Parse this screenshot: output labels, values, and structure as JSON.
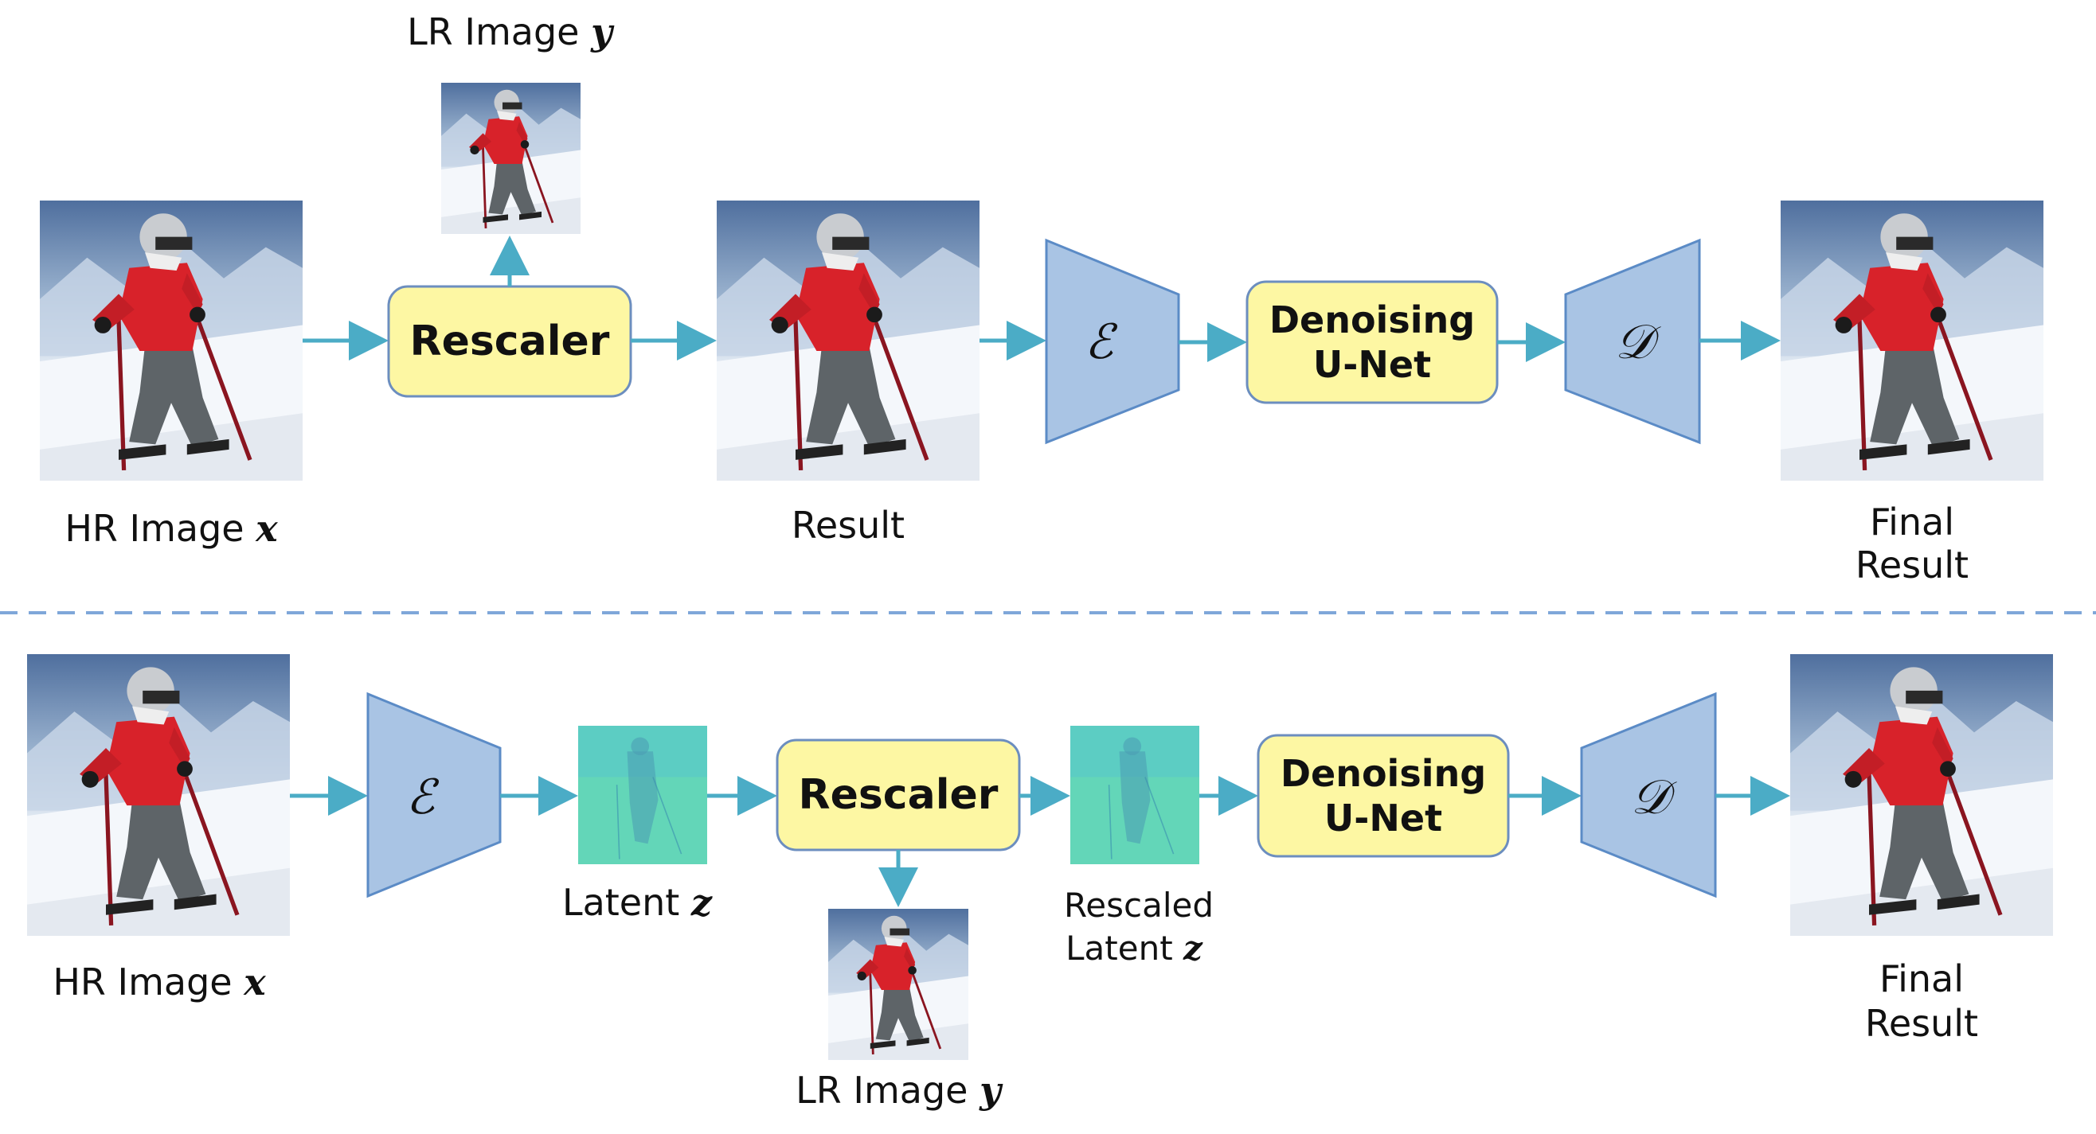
{
  "top_row": {
    "hr_image_label": "HR Image",
    "hr_image_symbol": "x",
    "lr_image_label": "LR Image",
    "lr_image_symbol": "y",
    "rescaler_label": "Rescaler",
    "result_label": "Result",
    "encoder_symbol": "ℰ",
    "denoising_line1": "Denoising",
    "denoising_line2": "U-Net",
    "decoder_symbol": "𝒟",
    "final_result_line1": "Final",
    "final_result_line2": "Result"
  },
  "bottom_row": {
    "hr_image_label": "HR Image",
    "hr_image_symbol": "x",
    "encoder_symbol": "ℰ",
    "latent_label": "Latent",
    "latent_symbol": "z",
    "rescaler_label": "Rescaler",
    "lr_image_label": "LR Image",
    "lr_image_symbol": "y",
    "rescaled_line1": "Rescaled",
    "rescaled_line2": "Latent",
    "rescaled_symbol": "z",
    "denoising_line1": "Denoising",
    "denoising_line2": "U-Net",
    "decoder_symbol": "𝒟",
    "final_result_line1": "Final",
    "final_result_line2": "Result"
  },
  "colors": {
    "arrow": "#4bacc6",
    "box_fill": "#fdf7a3",
    "box_stroke": "#6c8ebf",
    "trapezoid_fill": "#a9c4e4",
    "trapezoid_stroke": "#5b8bc6",
    "divider": "#7fa7d9",
    "latent_fill": "#63d6b8"
  }
}
